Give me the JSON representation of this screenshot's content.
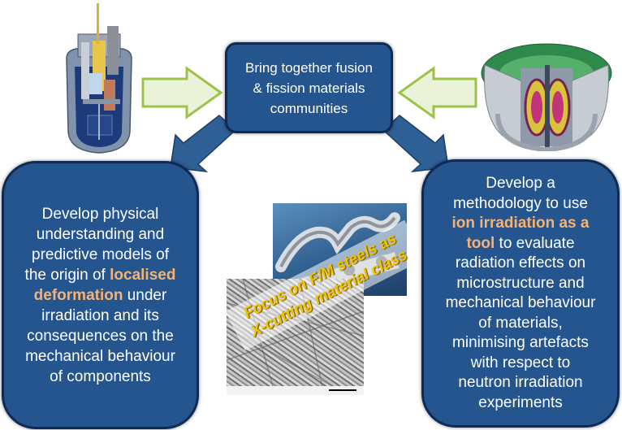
{
  "top_box": {
    "lines": [
      "Bring together fusion",
      "& fission materials",
      "communities"
    ]
  },
  "left_box": {
    "line1": "Develop physical",
    "line2": "understanding and",
    "line3": "predictive models of",
    "line4_pre": "the origin of ",
    "line4_hl": "localised",
    "line5_hl": "deformation",
    "line5_post": " under",
    "line6": "irradiation and its",
    "line7": "consequences on the",
    "line8": "mechanical behaviour",
    "line9": "of components"
  },
  "right_box": {
    "line1": "Develop a",
    "line2": "methodology to use",
    "line3_hl": "ion irradiation as a",
    "line4_hl": "tool",
    "line4_post": " to evaluate",
    "line5": "radiation effects on",
    "line6": "microstructure and",
    "line7": "mechanical behaviour",
    "line8": "of materials,",
    "line9": "minimising artefacts",
    "line10": "with respect to",
    "line11": "neutron irradiation",
    "line12": "experiments"
  },
  "banner": {
    "line1": "Focus on F/M steels as",
    "line2": "X-cutting material class"
  },
  "colors": {
    "box_fill": "#24558f",
    "box_border": "#0e2a55",
    "highlight": "#f6b273",
    "arrow_fill": "#eaf3d7",
    "arrow_border": "#9cc24a",
    "blue_arrow": "#2e5f95",
    "banner_text": "#f2c300"
  }
}
